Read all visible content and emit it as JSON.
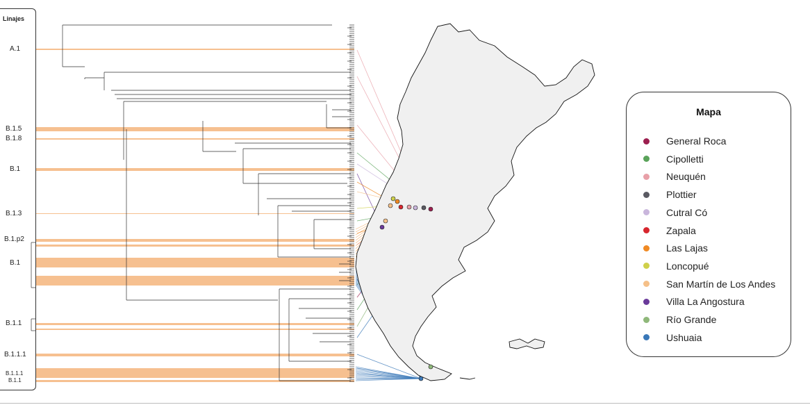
{
  "lineages": {
    "title": "Linajes",
    "labels": [
      {
        "text": "A.1"
      },
      {
        "text": "B.1.5"
      },
      {
        "text": "B.1.8"
      },
      {
        "text": "B.1"
      },
      {
        "text": "B.1.3"
      },
      {
        "text": "B.1.p2"
      },
      {
        "text": "B.1"
      },
      {
        "text": "B.1.1"
      },
      {
        "text": "B.1.1.1"
      },
      {
        "text": "B.1.1.1"
      },
      {
        "text": "B.1.1"
      }
    ]
  },
  "legend": {
    "title": "Mapa",
    "items": [
      {
        "label": "General Roca",
        "color": "#9c1f4f"
      },
      {
        "label": "Cipolletti",
        "color": "#5aa35a"
      },
      {
        "label": "Neuquén",
        "color": "#e8a0a8"
      },
      {
        "label": "Plottier",
        "color": "#5a5a62"
      },
      {
        "label": "Cutral Có",
        "color": "#c9b6dc"
      },
      {
        "label": "Zapala",
        "color": "#d7262e"
      },
      {
        "label": "Las Lajas",
        "color": "#f08a24"
      },
      {
        "label": "Loncopué",
        "color": "#cfd04a"
      },
      {
        "label": "San Martín de Los Andes",
        "color": "#f5c088"
      },
      {
        "label": "Villa La Angostura",
        "color": "#6a3a9a"
      },
      {
        "label": "Río Grande",
        "color": "#8fb87a"
      },
      {
        "label": "Ushuaia",
        "color": "#3a78b8"
      }
    ]
  },
  "colors": {
    "lineage_band": "#f5b57c",
    "tree": "#333333",
    "map_fill": "#f0f0f0",
    "map_stroke": "#111111"
  }
}
